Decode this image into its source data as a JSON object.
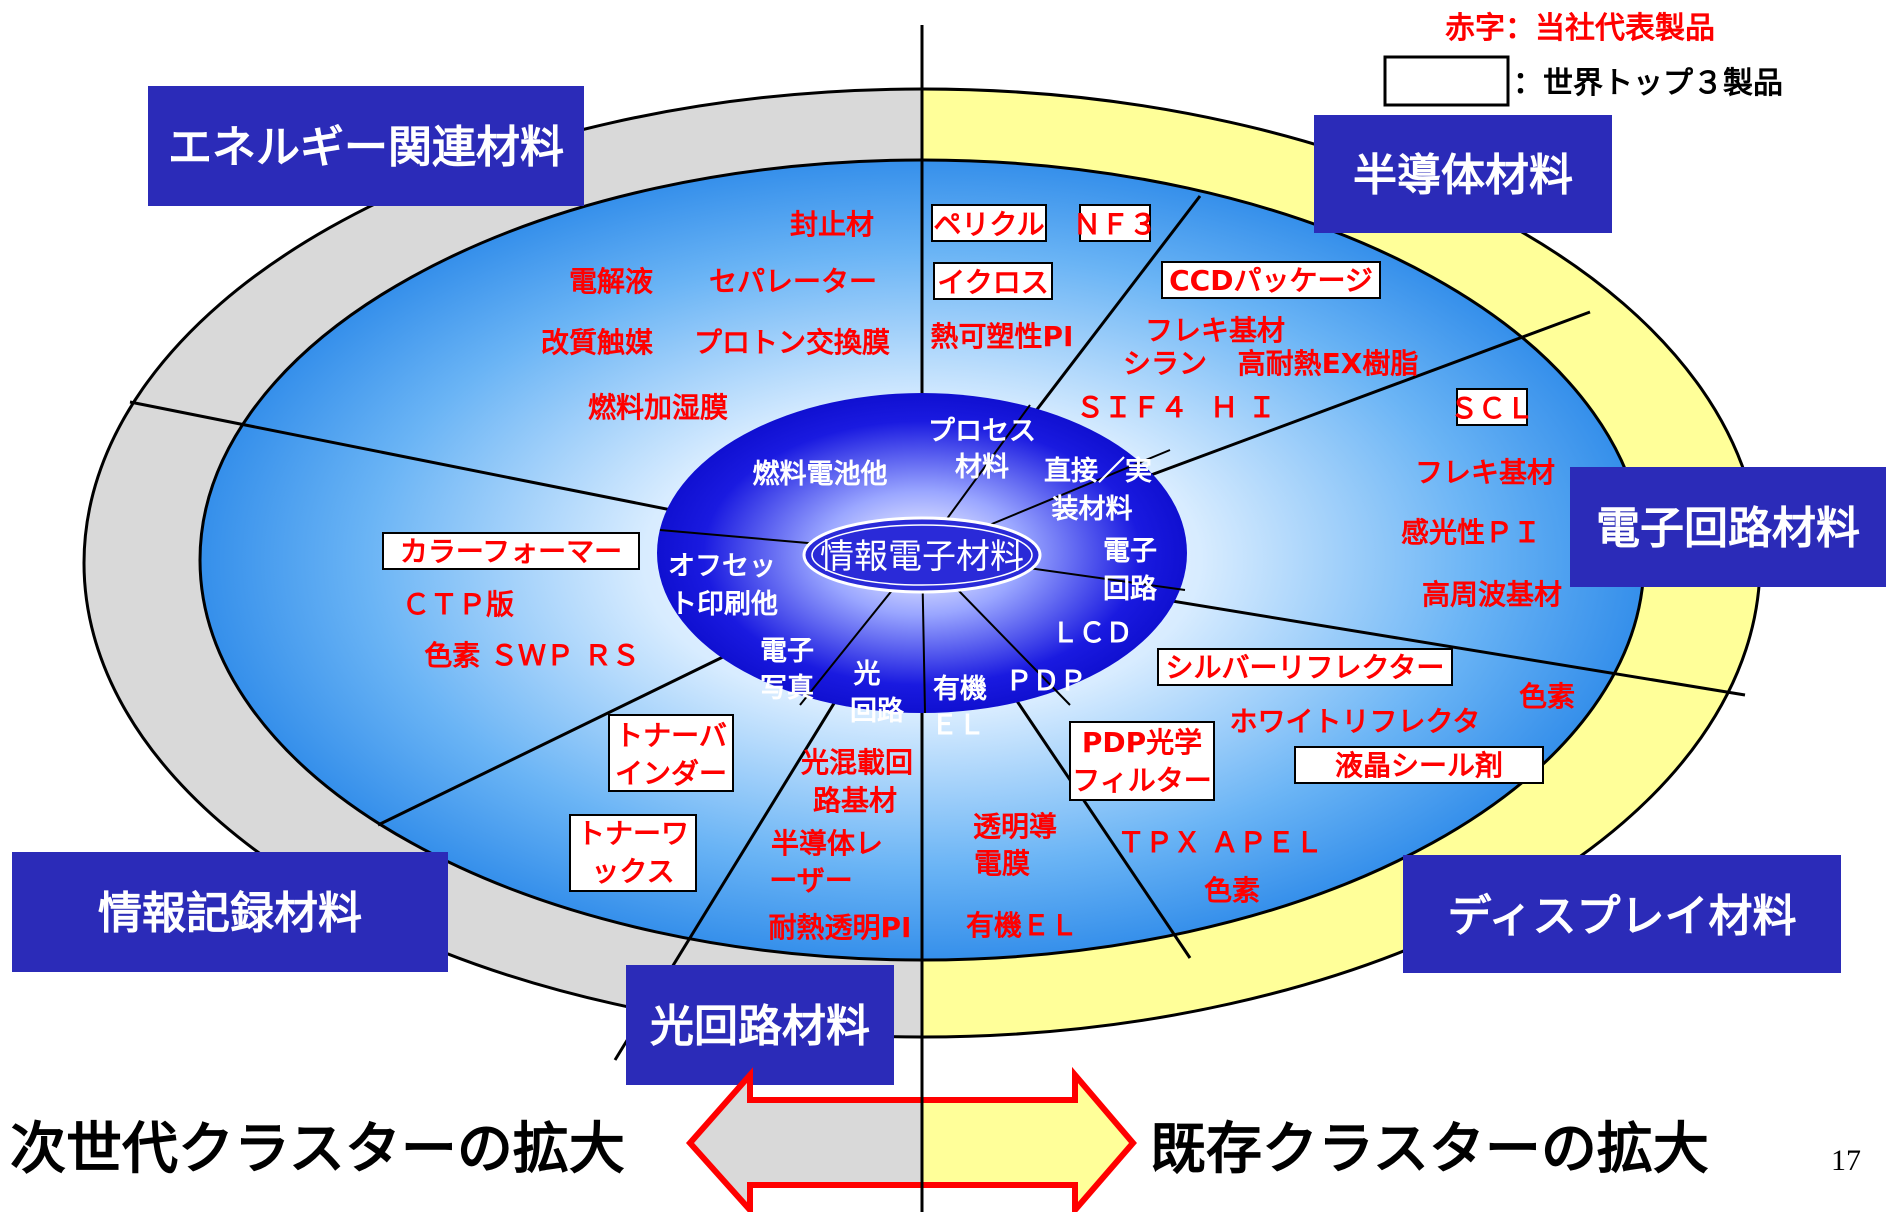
{
  "legend": {
    "red_text": "赤字：当社代表製品",
    "box_text": "：世界トップ３製品"
  },
  "center": "情報電子材料",
  "categories": {
    "energy": "エネルギー関連材料",
    "semiconductor": "半導体材料",
    "electronic_circuit": "電子回路材料",
    "display": "ディスプレイ材料",
    "optical_circuit": "光回路材料",
    "info_recording": "情報記録材料"
  },
  "inner_segments": {
    "fuel_cell": "燃料電池他",
    "process_1": "プロセス",
    "process_2": "材料",
    "direct_1": "直接／実",
    "direct_2": "装材料",
    "circuit_1": "電子",
    "circuit_2": "回路",
    "lcd": "ＬＣＤ",
    "pdp": "ＰＤＰ",
    "el_1": "有機",
    "el_2": "ＥＬ",
    "optical_1": "光",
    "optical_2": "回路",
    "photo_1": "電子",
    "photo_2": "写真",
    "offset_1": "オフセッ",
    "offset_2": "ト印刷他"
  },
  "products": {
    "sealant": "封止材",
    "electrolyte": "電解液",
    "separator": "セパレーター",
    "reforming_catalyst": "改質触媒",
    "proton_membrane": "プロトン交換膜",
    "humidifying_membrane": "燃料加湿膜",
    "pellicle": "ペリクル",
    "nf3": "ＮＦ３",
    "icross": "イクロス",
    "thermoplastic_pi": "熱可塑性PI",
    "ccd_package": "CCDパッケージ",
    "flex_1": "フレキ基材",
    "silane": "シラン",
    "ex_resin": "高耐熱EX樹脂",
    "sif4": "ＳＩＦ４",
    "hi": "Ｈ Ｉ",
    "scl": "ＳＣＬ",
    "flex_2": "フレキ基材",
    "photosensitive_pi": "感光性ＰＩ",
    "high_freq": "高周波基材",
    "silver_reflector": "シルバーリフレクター",
    "dye_1": "色素",
    "white_reflector": "ホワイトリフレクタ",
    "lc_seal": "液晶シール剤",
    "pdp_filter_1": "PDP光学",
    "pdp_filter_2": "フィルター",
    "tpx_apel": "ＴＰＸ ＡＰＥＬ",
    "dye_2": "色素",
    "transparent_1": "透明導",
    "transparent_2": "電膜",
    "organic_el": "有機ＥＬ",
    "optical_mix_1": "光混載回",
    "optical_mix_2": "路基材",
    "laser_1": "半導体レ",
    "laser_2": "ーザー",
    "heat_pi": "耐熱透明PI",
    "toner_binder_1": "トナーバ",
    "toner_binder_2": "インダー",
    "toner_wax_1": "トナーワ",
    "toner_wax_2": "ックス",
    "color_former": "カラーフォーマー",
    "ctp": "ＣＴＰ版",
    "dye_swp_rs": "色素 ＳＷＰ ＲＳ"
  },
  "bottom": {
    "left": "次世代クラスターの拡大",
    "right": "既存クラスターの拡大"
  },
  "page_number": "17",
  "colors": {
    "category_box": "#2b2bb8",
    "product_red": "#ff0000",
    "left_band": "#d9d9d9",
    "right_band": "#ffff99",
    "inner_ellipse": "#1010d0"
  }
}
